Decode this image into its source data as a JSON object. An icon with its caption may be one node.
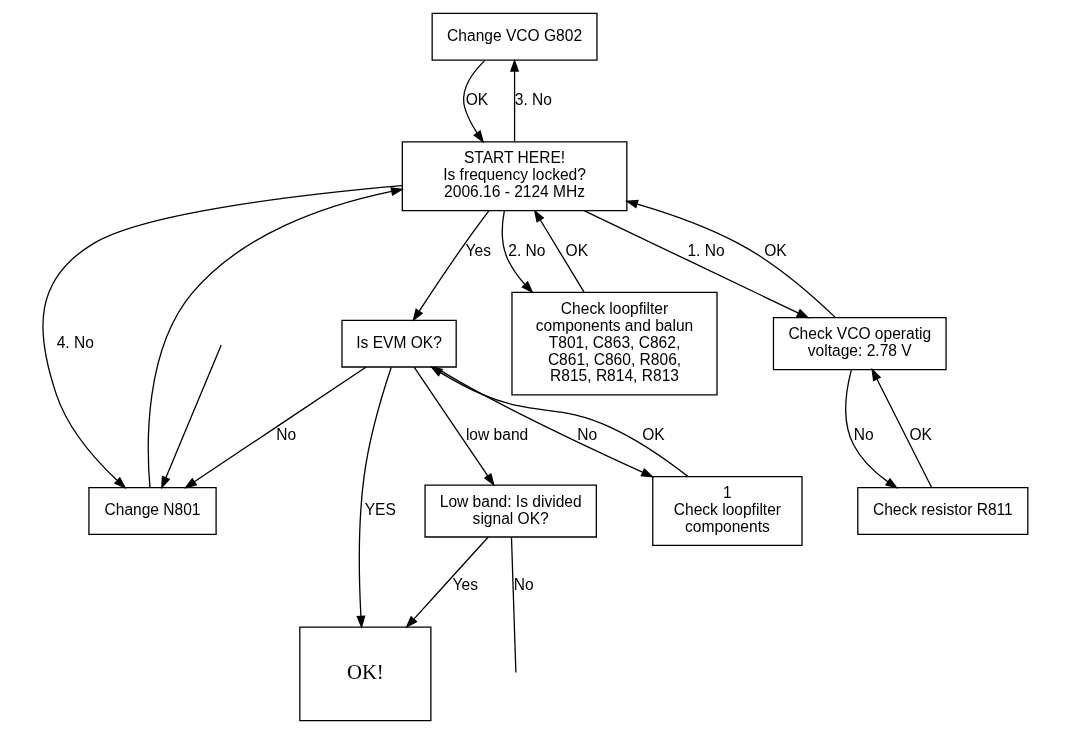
{
  "diagram": {
    "nodes": [
      {
        "text": [
          "Change VCO G802"
        ]
      },
      {
        "text": [
          "Change N801"
        ]
      },
      {
        "text": [
          "START HERE!",
          "Is frequency locked? 2006.16 - 2124 MHz"
        ]
      },
      {
        "text": [
          "Is EVM OK?"
        ]
      },
      {
        "text": [
          "OK!"
        ]
      },
      {
        "text": [
          "Check loopfilter components and balun T801, C863, C862, C861, C860, R806, R815, R814, R813"
        ]
      },
      {
        "text": [
          "1",
          "Check loopfilter components"
        ]
      },
      {
        "text": [
          "Low band: Is divided signal OK?"
        ]
      },
      {
        "text": [
          "Check VCO operatig voltage: 2.78 V"
        ]
      },
      {
        "text": [
          "Check resistor R811"
        ]
      }
    ],
    "edges": [
      {
        "from": 0,
        "to": 2,
        "arrow": "to",
        "label": "OK"
      },
      {
        "from": 2,
        "to": 0,
        "arrow": "to",
        "label": "3. No"
      },
      {
        "from": 2,
        "to": 1,
        "arrow": "to",
        "label": "4. No"
      },
      {
        "from": 1,
        "to": 2,
        "arrow": "to"
      },
      {
        "from": null,
        "to": 1,
        "arrow": "to"
      },
      {
        "from": 2,
        "to": 5,
        "arrow": "to",
        "label": "2. No"
      },
      {
        "from": 5,
        "to": 2,
        "arrow": "to",
        "label": "OK"
      },
      {
        "from": 2,
        "to": 3,
        "arrow": "to",
        "label": "Yes"
      },
      {
        "from": 3,
        "to": 1,
        "arrow": "to",
        "label": "No"
      },
      {
        "from": 3,
        "to": 4,
        "arrow": "to",
        "label": "YES"
      },
      {
        "from": 3,
        "to": 7,
        "arrow": "to",
        "label": "low band"
      },
      {
        "from": 7,
        "to": 4,
        "arrow": "to",
        "label": "Yes"
      },
      {
        "from": 7,
        "to": null,
        "arrow": "none",
        "label": "No"
      },
      {
        "from": 3,
        "to": 6,
        "arrow": "to",
        "label": "No"
      },
      {
        "from": 6,
        "to": 3,
        "arrow": "to",
        "label": "OK"
      },
      {
        "from": 2,
        "to": 8,
        "arrow": "to",
        "label": "1. No"
      },
      {
        "from": 8,
        "to": 2,
        "arrow": "to",
        "label": "OK"
      },
      {
        "from": 8,
        "to": 9,
        "arrow": "to",
        "label": "No"
      },
      {
        "from": 9,
        "to": 8,
        "arrow": "to",
        "label": "OK"
      }
    ]
  }
}
